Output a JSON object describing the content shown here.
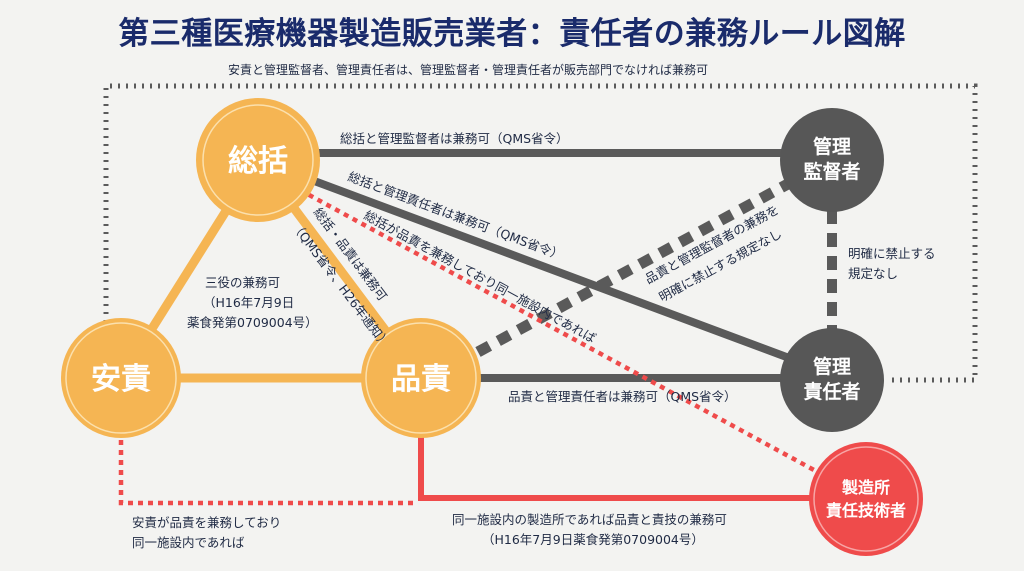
{
  "title": "第三種医療機器製造販売業者：責任者の兼務ルール図解",
  "top_note": "安責と管理監督者、管理責任者は、管理監督者・管理責任者が販売部門でなければ兼務可",
  "nodes": {
    "sokatsu": "総括",
    "anseki": "安責",
    "hinseki": "品責",
    "kanri_kantoku_1": "管理",
    "kanri_kantoku_2": "監督者",
    "kanri_sekinin_1": "管理",
    "kanri_sekinin_2": "責任者",
    "seizosho_1": "製造所",
    "seizosho_2": "責任技術者"
  },
  "edge_labels": {
    "sokatsu_kantoku": "総括と管理監督者は兼務可（QMS省令）",
    "sokatsu_sekinin": "総括と管理責任者は兼務可（QMS省令）",
    "sokatsu_hinseki_dotted": "総括が品責を兼務しており同一施設内であれば",
    "sokatsu_hinseki_1": "総括・品責は兼務可",
    "sokatsu_hinseki_2": "（QMS省令、H26年通知）",
    "hinseki_kantoku_1": "品責と管理監督者の兼務を",
    "hinseki_kantoku_2": "明確に禁止する規定なし",
    "kantoku_sekinin_1": "明確に禁止する",
    "kantoku_sekinin_2": "規定なし",
    "sanyaku_1": "三役の兼務可",
    "sanyaku_2": "（H16年7月9日",
    "sanyaku_3": "薬食発第0709004号）",
    "hinseki_sekinin": "品責と管理責任者は兼務可（QMS省令）",
    "anseki_hinseki_1": "安責が品責を兼務しており",
    "anseki_hinseki_2": "同一施設内であれば",
    "hinseki_seizo_1": "同一施設内の製造所であれば品責と責技の兼務可",
    "hinseki_seizo_2": "（H16年7月9日薬食発第0709004号）"
  },
  "colors": {
    "orange": "#f5b553",
    "dark": "#5a5a5a",
    "red": "#ef4b4b",
    "title": "#1a2b6b"
  }
}
